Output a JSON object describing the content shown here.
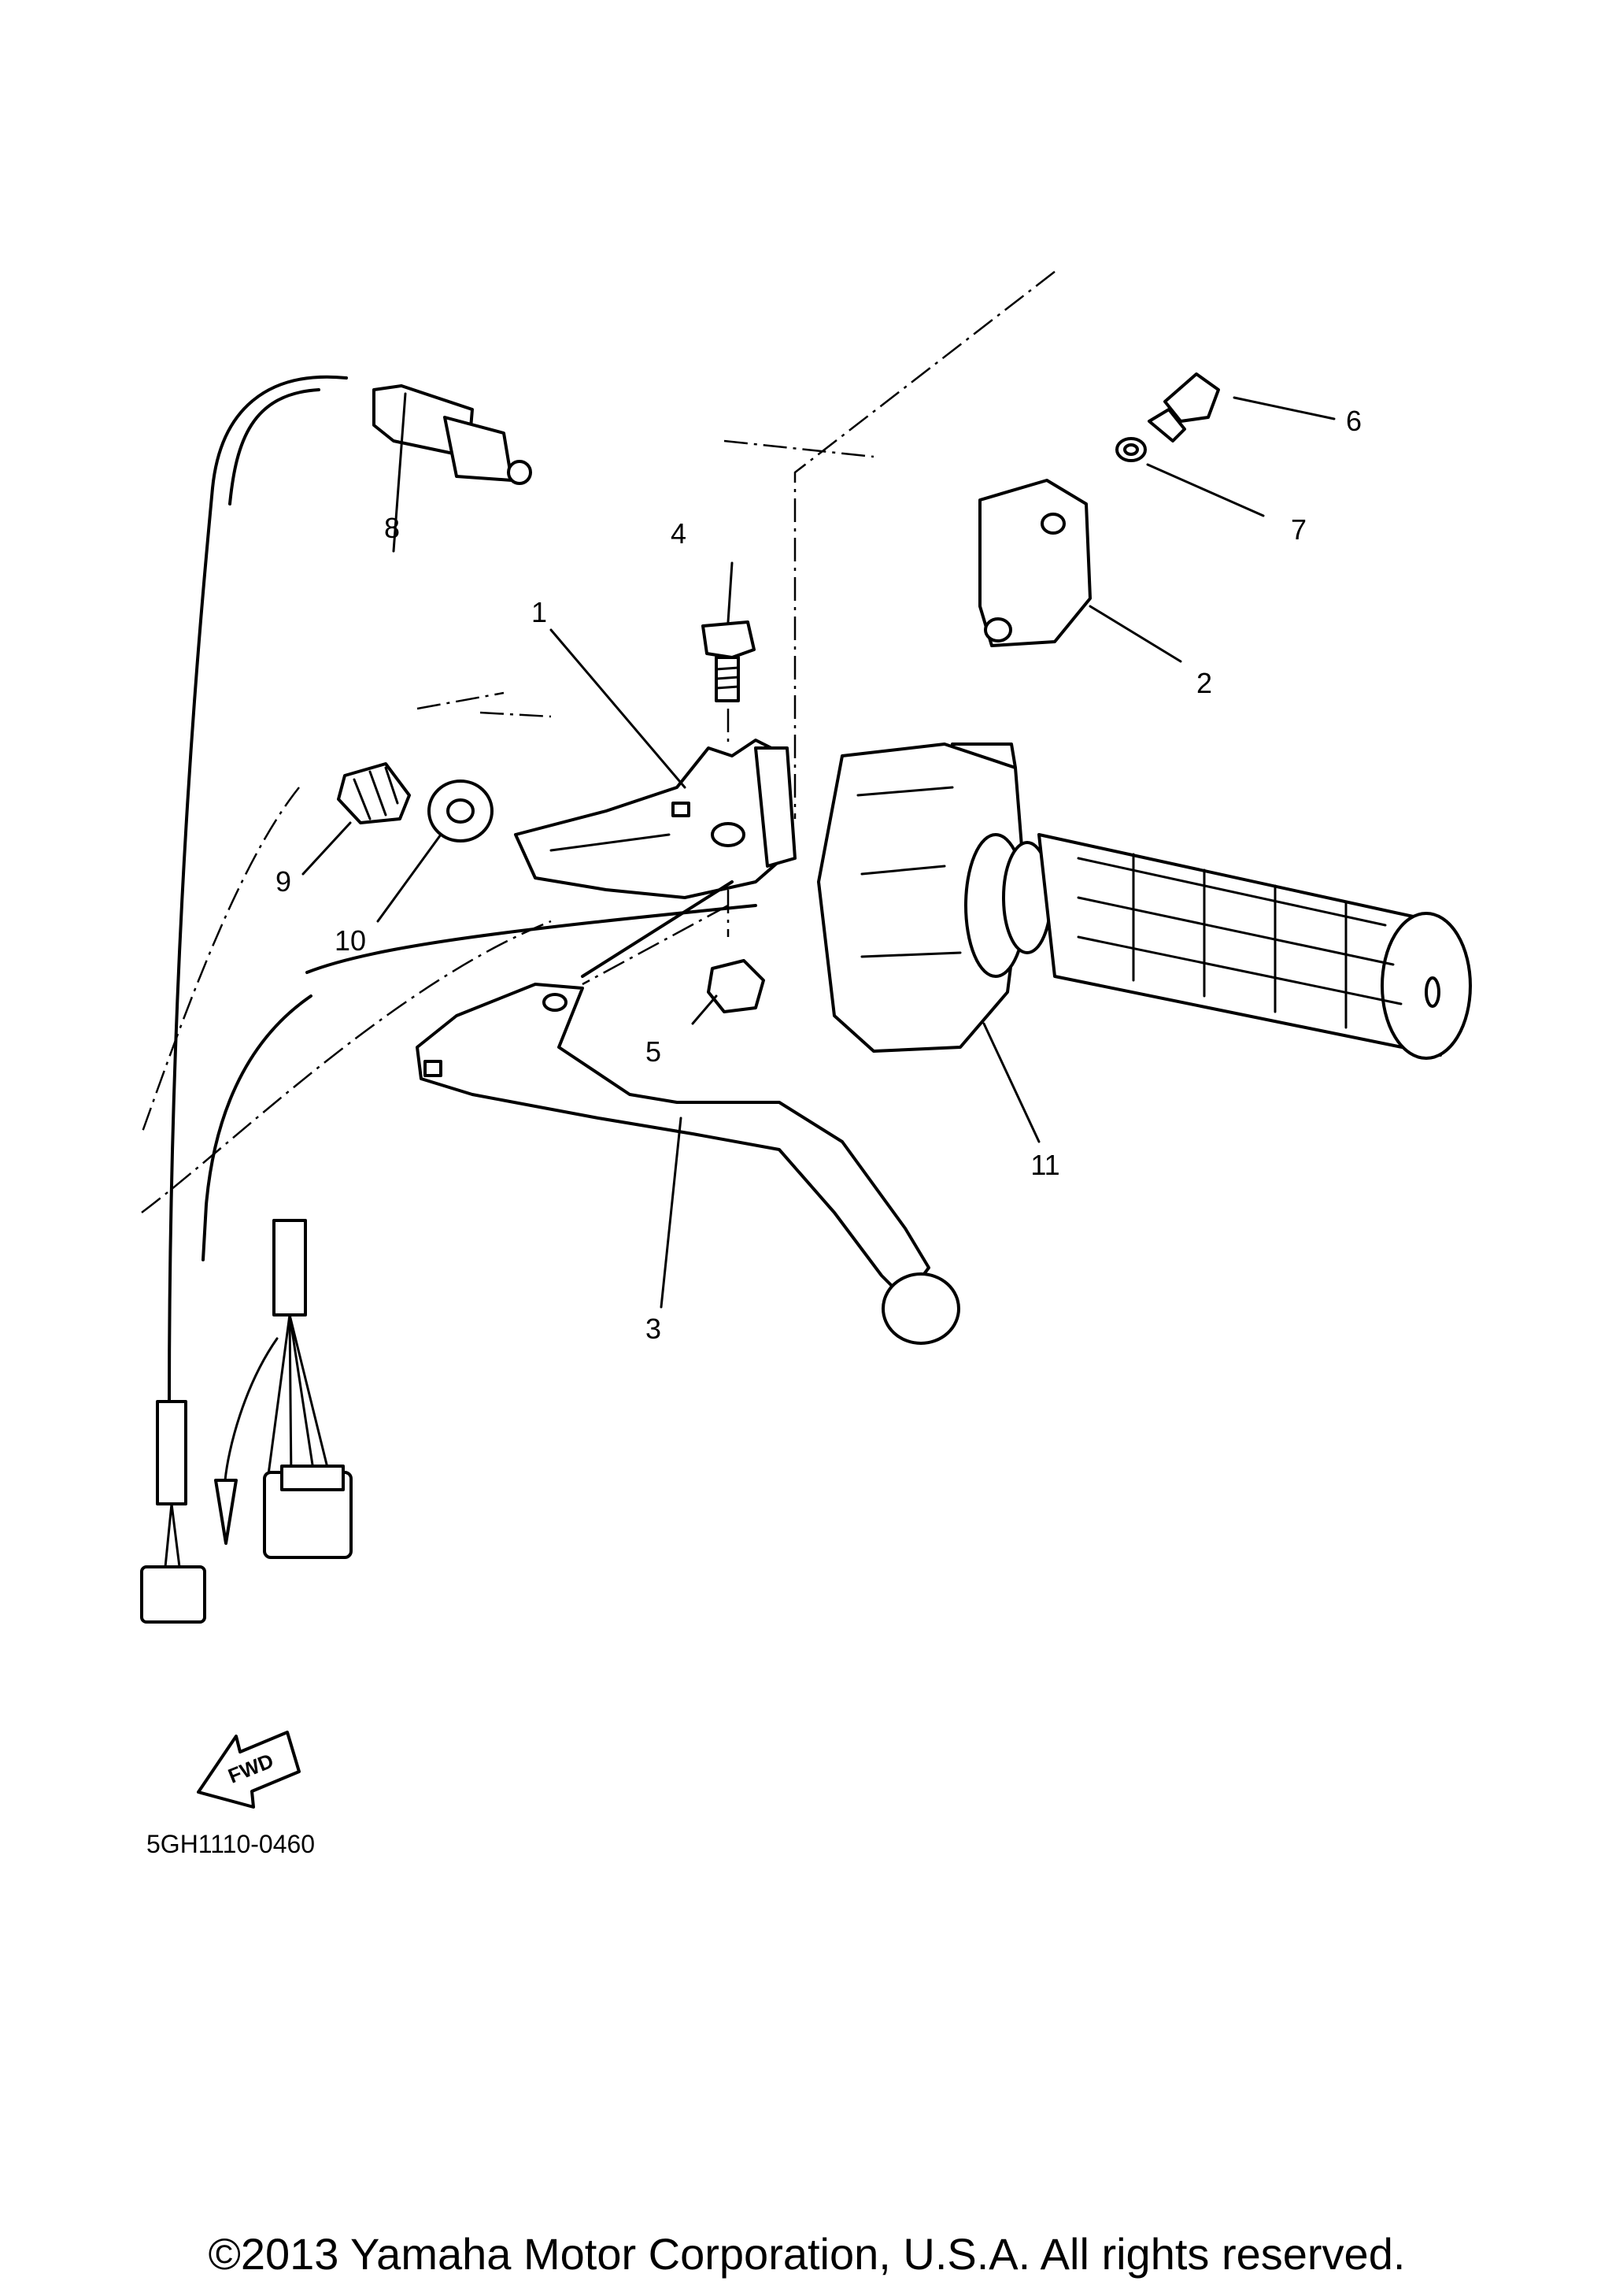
{
  "diagram": {
    "callouts": [
      {
        "id": "1",
        "label": "1"
      },
      {
        "id": "2",
        "label": "2"
      },
      {
        "id": "3",
        "label": "3"
      },
      {
        "id": "4",
        "label": "4"
      },
      {
        "id": "5",
        "label": "5"
      },
      {
        "id": "6",
        "label": "6"
      },
      {
        "id": "7",
        "label": "7"
      },
      {
        "id": "8",
        "label": "8"
      },
      {
        "id": "9",
        "label": "9"
      },
      {
        "id": "10",
        "label": "10"
      },
      {
        "id": "11",
        "label": "11"
      }
    ],
    "direction_badge": "FWD",
    "diagram_code": "5GH1110-0460"
  },
  "footer": {
    "copyright": "©2013 Yamaha Motor Corporation, U.S.A. All rights reserved."
  }
}
